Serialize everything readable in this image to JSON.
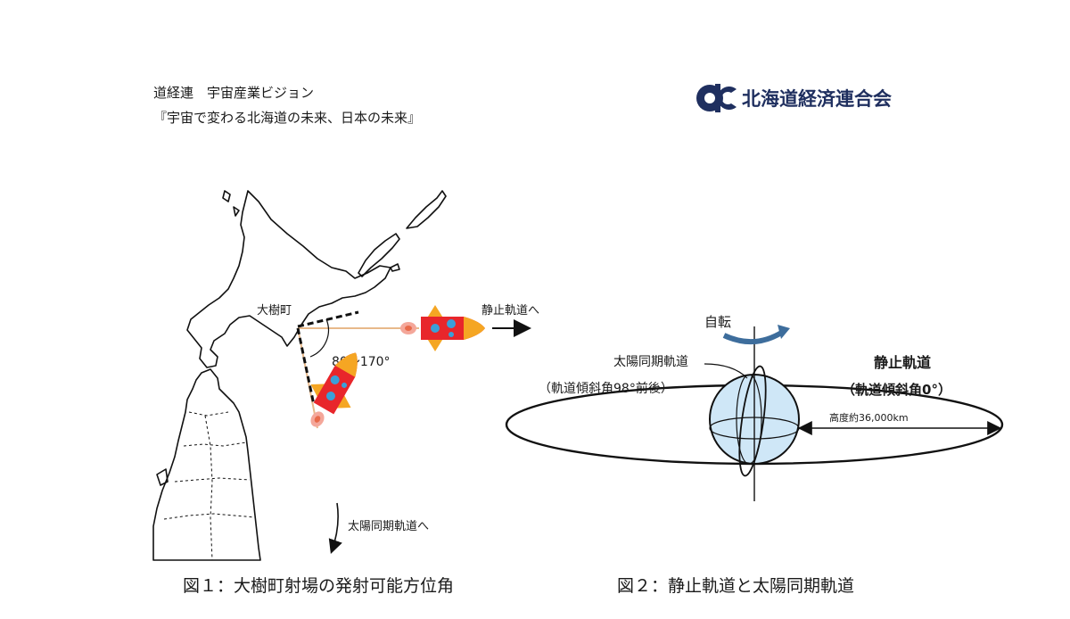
{
  "header": {
    "line1": "道経連　宇宙産業ビジョン",
    "line2": "『宇宙で変わる北海道の未来、日本の未来』"
  },
  "logo": {
    "text": "北海道経済連合会",
    "color": "#1f2f5f",
    "icon": "dc-logo-icon"
  },
  "figure1": {
    "site_label": "大樹町",
    "angle_label": "80～170°",
    "geo_label": "静止軌道へ",
    "sso_label": "太陽同期軌道へ",
    "caption": "図１：大樹町射場の発射可能方位角"
  },
  "figure2": {
    "rotation_label": "自転",
    "sso_label": "太陽同期軌道",
    "sso_inclination": "（軌道傾斜角98°前後）",
    "geo_label": "静止軌道",
    "geo_inclination": "（軌道傾斜角0°）",
    "altitude_label": "高度約36,000km",
    "caption": "図２：静止軌道と太陽同期軌道"
  },
  "colors": {
    "rocket_body": "#e8262b",
    "rocket_fin": "#f5a623",
    "rocket_window": "#3aa0d8",
    "flame": "#f4a79a",
    "trajectory": "#e8b98a",
    "earth": "#cfe7f7",
    "rotation_arrow": "#3d6d9c"
  }
}
